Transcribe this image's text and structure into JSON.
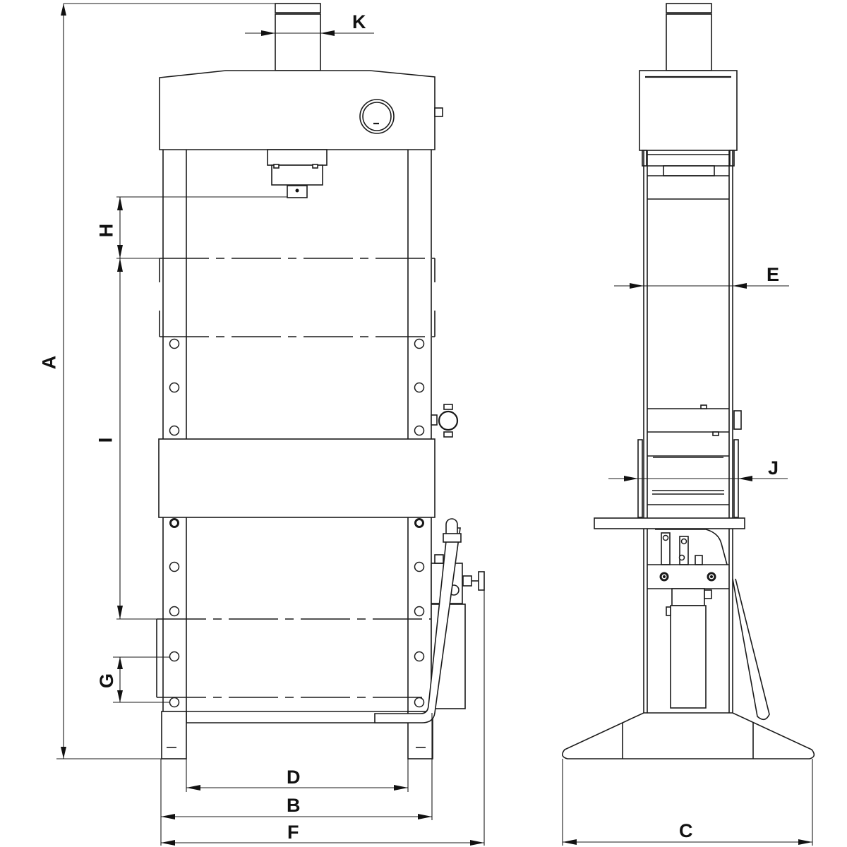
{
  "drawing": {
    "title": "Hydraulic workshop press - dimensional drawing",
    "views": [
      "front-view",
      "side-view"
    ],
    "line_color": "#1a1a1a",
    "background": "#ffffff"
  },
  "dimensions": {
    "A": {
      "label": "A",
      "meaning": "overall height",
      "orientation": "vertical"
    },
    "B": {
      "label": "B",
      "meaning": "frame width",
      "orientation": "horizontal"
    },
    "C": {
      "label": "C",
      "meaning": "base depth",
      "orientation": "horizontal"
    },
    "D": {
      "label": "D",
      "meaning": "width between uprights",
      "orientation": "horizontal"
    },
    "E": {
      "label": "E",
      "meaning": "upright depth",
      "orientation": "horizontal"
    },
    "F": {
      "label": "F",
      "meaning": "overall width incl. pump",
      "orientation": "horizontal"
    },
    "G": {
      "label": "G",
      "meaning": "hole pitch",
      "orientation": "vertical"
    },
    "H": {
      "label": "H",
      "meaning": "ram to upper table",
      "orientation": "vertical"
    },
    "I": {
      "label": "I",
      "meaning": "table travel range",
      "orientation": "vertical"
    },
    "J": {
      "label": "J",
      "meaning": "table depth",
      "orientation": "horizontal"
    },
    "K": {
      "label": "K",
      "meaning": "cylinder diameter",
      "orientation": "horizontal"
    }
  }
}
